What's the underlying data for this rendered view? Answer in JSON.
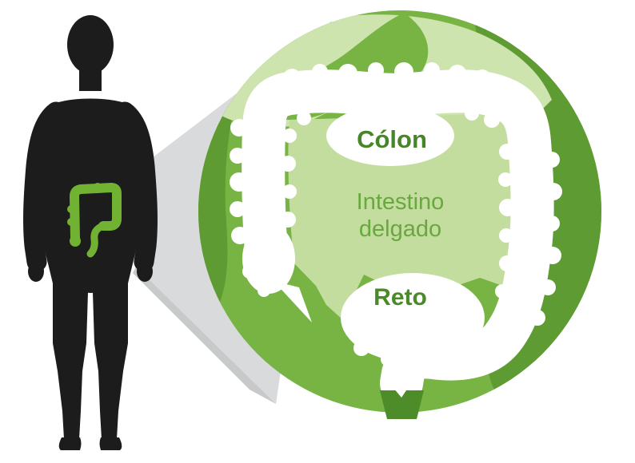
{
  "diagram": {
    "subject": "large-intestine-anatomy",
    "labels": {
      "colon": "Cólon",
      "small_intestine": "Intestino delgado",
      "rectum": "Reto"
    },
    "colors": {
      "silhouette_black": "#1c1c1c",
      "highlight_green": "#72b233",
      "circle_green": "#77b444",
      "circle_light_green": "#c3dd9e",
      "circle_pale_green": "#cde4ae",
      "circle_dark_green": "#5e9b32",
      "stem_dark_green": "#4e8c29",
      "cone_gray": "#d9dadc",
      "colon_label_green": "#478627",
      "intestine_label_green": "#69a83f",
      "rectum_label_green": "#4a8a28"
    }
  }
}
